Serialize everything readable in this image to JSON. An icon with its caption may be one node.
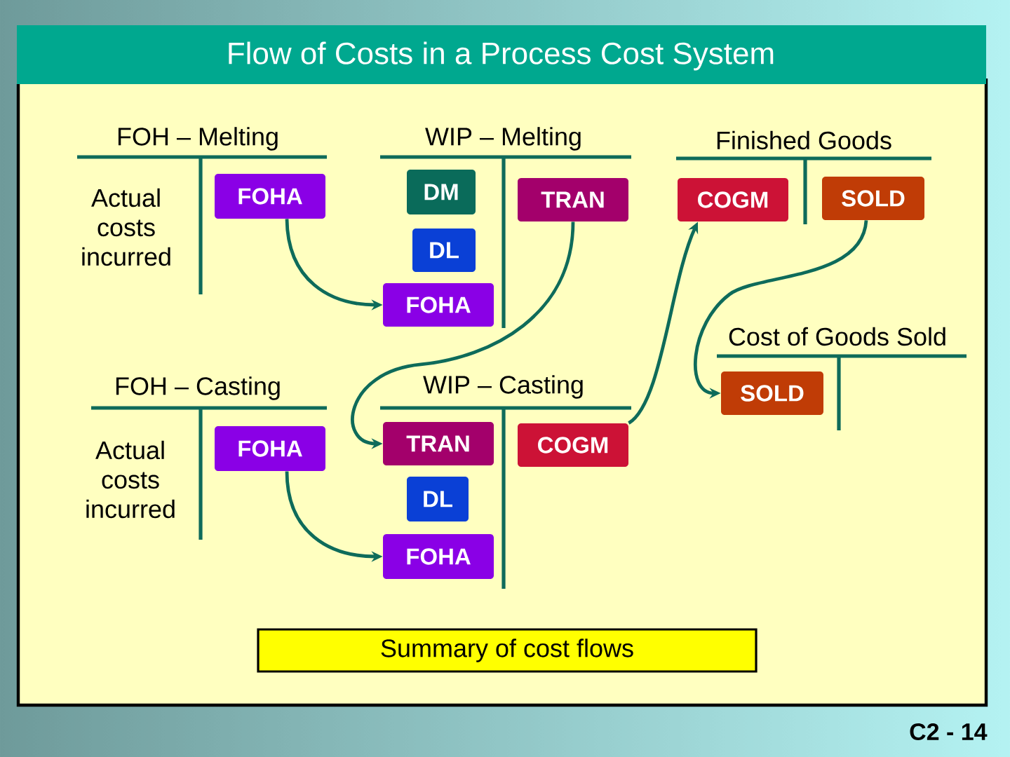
{
  "diagram": {
    "title": "Flow of Costs in a Process Cost System",
    "nodes": [
      {
        "text": [
          "FOH – Melting",
          "Actual costs incurred"
        ]
      },
      {
        "text": [
          "FOHA"
        ],
        "in": 0
      },
      {
        "text": [
          "WIP – Melting"
        ]
      },
      {
        "text": [
          "DM"
        ],
        "in": 2
      },
      {
        "text": [
          "TRAN"
        ],
        "in": 2
      },
      {
        "text": [
          "DL"
        ],
        "in": 2
      },
      {
        "text": [
          "FOHA"
        ],
        "in": 2
      },
      {
        "text": [
          "Finished Goods"
        ]
      },
      {
        "text": [
          "COGM"
        ],
        "in": 7
      },
      {
        "text": [
          "SOLD"
        ],
        "in": 7
      },
      {
        "text": [
          "Cost of Goods Sold"
        ]
      },
      {
        "text": [
          "SOLD"
        ],
        "in": 10
      },
      {
        "text": [
          "FOH – Casting",
          "Actual costs incurred"
        ]
      },
      {
        "text": [
          "FOHA"
        ],
        "in": 12
      },
      {
        "text": [
          "WIP – Casting"
        ]
      },
      {
        "text": [
          "TRAN"
        ],
        "in": 14
      },
      {
        "text": [
          "COGM"
        ],
        "in": 14
      },
      {
        "text": [
          "DL"
        ],
        "in": 14
      },
      {
        "text": [
          "FOHA"
        ],
        "in": 14
      },
      {
        "text": [
          "Summary of cost flows"
        ]
      }
    ],
    "edges": [
      {
        "from": 1,
        "to": 6,
        "arrow": "to"
      },
      {
        "from": 4,
        "to": 15,
        "arrow": "to"
      },
      {
        "from": 16,
        "to": 8,
        "arrow": "to"
      },
      {
        "from": 9,
        "to": 11,
        "arrow": "to"
      },
      {
        "from": 13,
        "to": 18,
        "arrow": "to"
      }
    ],
    "labels": [
      "C2 - 14"
    ]
  }
}
